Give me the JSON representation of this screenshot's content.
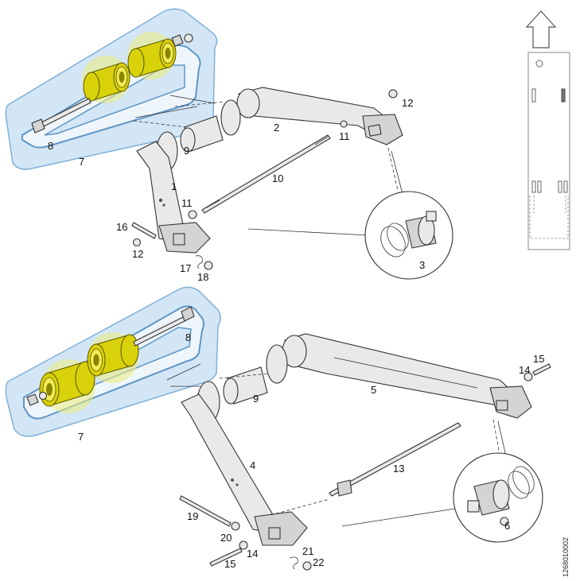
{
  "labels": {
    "l1": "1",
    "l2": "2",
    "l3": "3",
    "l4": "4",
    "l5": "5",
    "l6": "6",
    "l7a": "7",
    "l7b": "7",
    "l8a": "8",
    "l8b": "8",
    "l9a": "9",
    "l9b": "9",
    "l10": "10",
    "l11a": "11",
    "l11b": "11",
    "l12a": "12",
    "l12b": "12",
    "l13": "13",
    "l14a": "14",
    "l14b": "14",
    "l15a": "15",
    "l15b": "15",
    "l16": "16",
    "l17": "17",
    "l18": "18",
    "l19": "19",
    "l20": "20",
    "l21": "21",
    "l22": "22"
  },
  "reference_code": "1268010002",
  "colors": {
    "highlight": "#d9d10a",
    "panel_fill": "#d3e6f5",
    "panel_border": "#7fb0d8"
  }
}
